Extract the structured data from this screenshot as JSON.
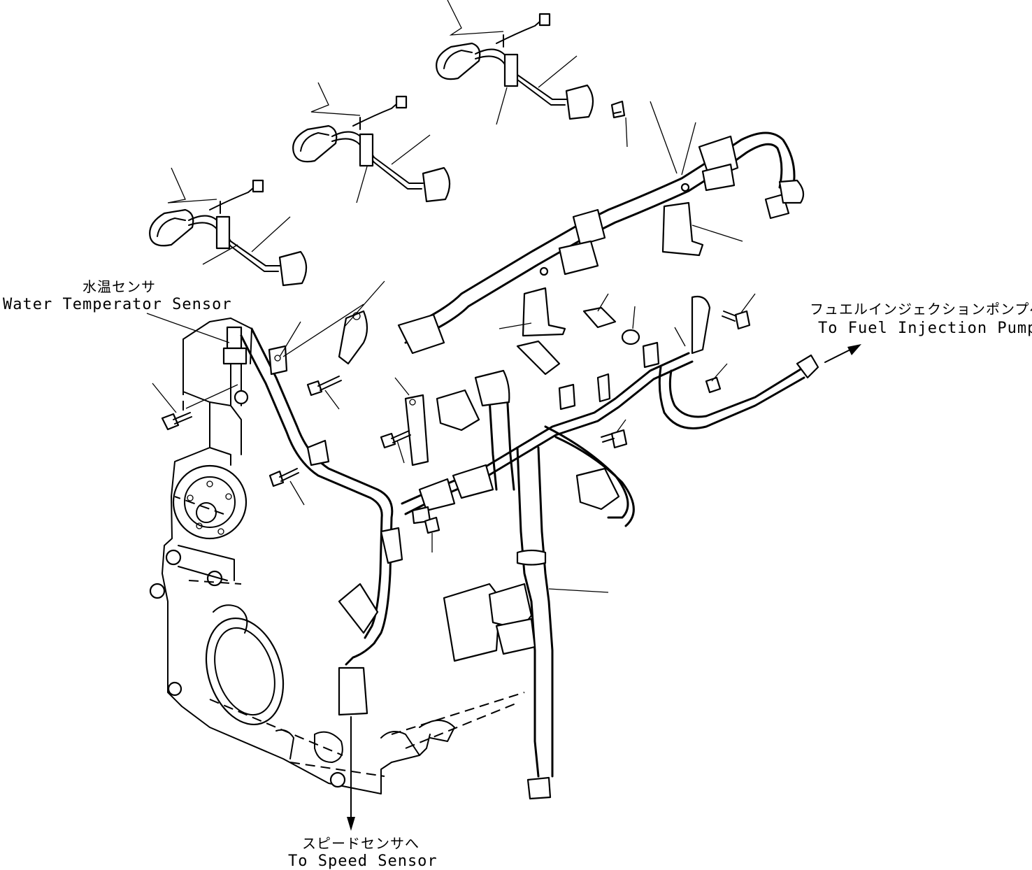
{
  "labels": {
    "water_temp_jp": "水温センサ",
    "water_temp_en": "Water Temperator Sensor",
    "fuel_pump_jp": "フュエルインジェクションポンプへ",
    "fuel_pump_en": "To Fuel Injection Pump",
    "speed_sensor_jp": "スピードセンサへ",
    "speed_sensor_en": "To Speed Sensor"
  },
  "colors": {
    "ink": "#000000",
    "paper": "#ffffff"
  }
}
